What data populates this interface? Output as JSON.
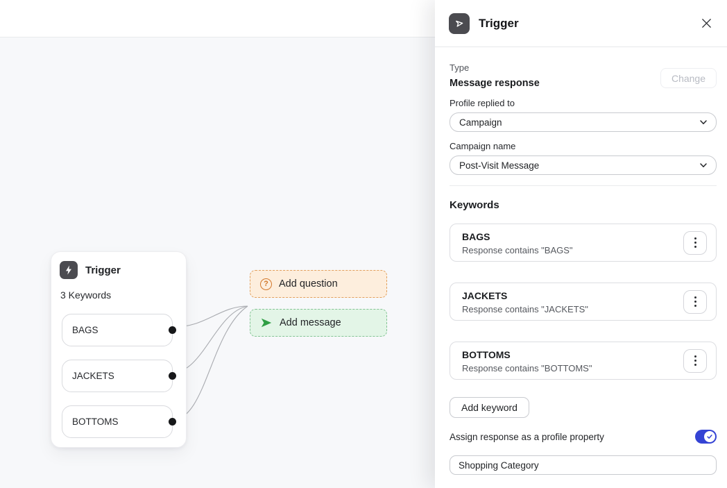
{
  "canvas": {
    "node": {
      "title": "Trigger",
      "subtitle": "3 Keywords",
      "keywords": [
        "BAGS",
        "JACKETS",
        "BOTTOMS"
      ]
    },
    "actions": {
      "add_question": "Add question",
      "add_message": "Add message"
    }
  },
  "panel": {
    "title": "Trigger",
    "type_label": "Type",
    "type_value": "Message response",
    "change_button": "Change",
    "profile_replied_label": "Profile replied to",
    "profile_replied_value": "Campaign",
    "campaign_name_label": "Campaign name",
    "campaign_name_value": "Post-Visit Message",
    "keywords_heading": "Keywords",
    "keywords": [
      {
        "name": "BAGS",
        "condition": "Response contains \"BAGS\""
      },
      {
        "name": "JACKETS",
        "condition": "Response contains \"JACKETS\""
      },
      {
        "name": "BOTTOMS",
        "condition": "Response contains \"BOTTOMS\""
      }
    ],
    "add_keyword_button": "Add keyword",
    "assign_label": "Assign response as a profile property",
    "assign_toggle_state": "on",
    "property_input_value": "Shopping Category"
  },
  "icons": {
    "question_glyph": "?",
    "names": [
      "send-icon",
      "lightning-icon",
      "close-icon",
      "chevron-down-icon",
      "kebab-icon",
      "question-circle-icon",
      "send-arrow-icon",
      "check-icon"
    ]
  },
  "colors": {
    "canvas_bg": "#f7f8fa",
    "toggle_on": "#3443d4",
    "add_question_bg": "#fdeedd",
    "add_question_border": "#e2a05c",
    "add_question_icon": "#d2772a",
    "add_message_bg": "#e3f5e7",
    "add_message_border": "#83c493",
    "add_message_icon": "#2f9e44",
    "node_icon_bg": "#4b4b50",
    "connector": "#a9abb0"
  }
}
